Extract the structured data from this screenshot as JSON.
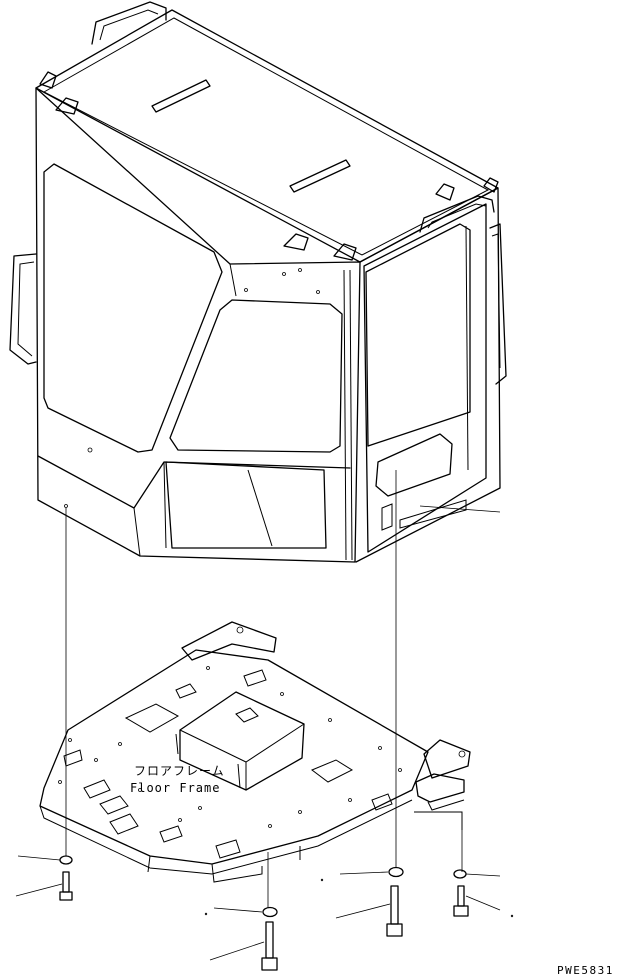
{
  "labels": {
    "floor_frame_jp": "フロアフレーム",
    "floor_frame_en": "Floor Frame"
  },
  "drawing_code": "PWE5831"
}
